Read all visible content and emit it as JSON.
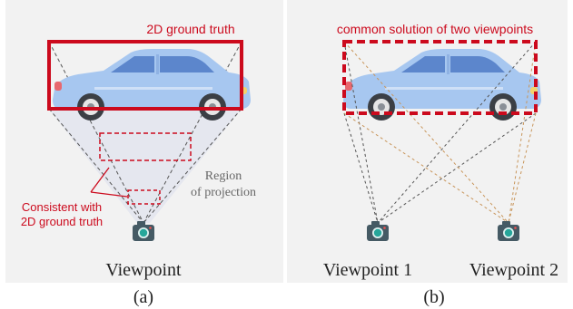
{
  "panel_a": {
    "box_label": "2D ground truth",
    "consistent_line1": "Consistent with",
    "consistent_line2": "2D ground truth",
    "region_line1": "Region",
    "region_line2": "of projection",
    "viewpoint_label": "Viewpoint",
    "caption": "(a)"
  },
  "panel_b": {
    "box_label": "common solution of two viewpoints",
    "viewpoint1_label": "Viewpoint 1",
    "viewpoint2_label": "Viewpoint 2",
    "caption": "(b)"
  },
  "colors": {
    "accent_red": "#cc0a1d",
    "panel_bg": "#f2f2f2",
    "car_body": "#a7c7f0",
    "camera_body": "#455a64",
    "camera_lens": "#26a69a",
    "ray_gray": "#555555",
    "ray_orange": "#c8955a"
  },
  "icons": {
    "car": "car-icon",
    "camera": "camera-icon"
  }
}
